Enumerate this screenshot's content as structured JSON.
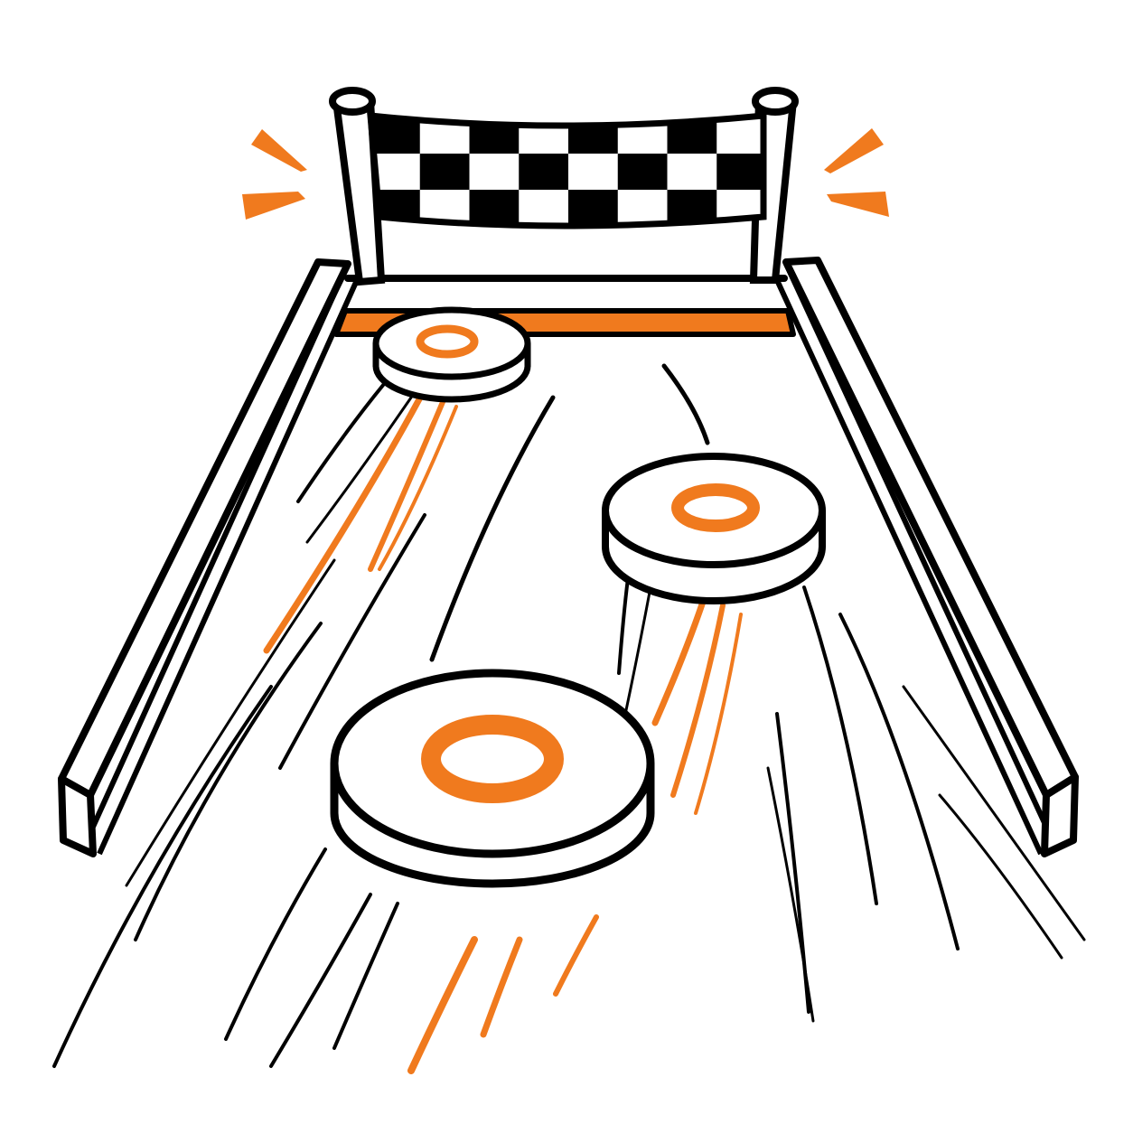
{
  "illustration": {
    "subject": "shuffleboard-lane-with-finish-banner",
    "colors": {
      "ink": "#000000",
      "accent": "#f07a1e",
      "background": "#ffffff",
      "fill": "#ffffff"
    },
    "banner": {
      "pattern": "checkered",
      "rows": 3,
      "columns": 8
    },
    "pucks": [
      {
        "name": "puck-far",
        "target": "orange-ring"
      },
      {
        "name": "puck-middle",
        "target": "orange-ring"
      },
      {
        "name": "puck-near",
        "target": "orange-ring"
      }
    ],
    "finish_line": "orange-stripe",
    "motion": "speed-streaks"
  }
}
